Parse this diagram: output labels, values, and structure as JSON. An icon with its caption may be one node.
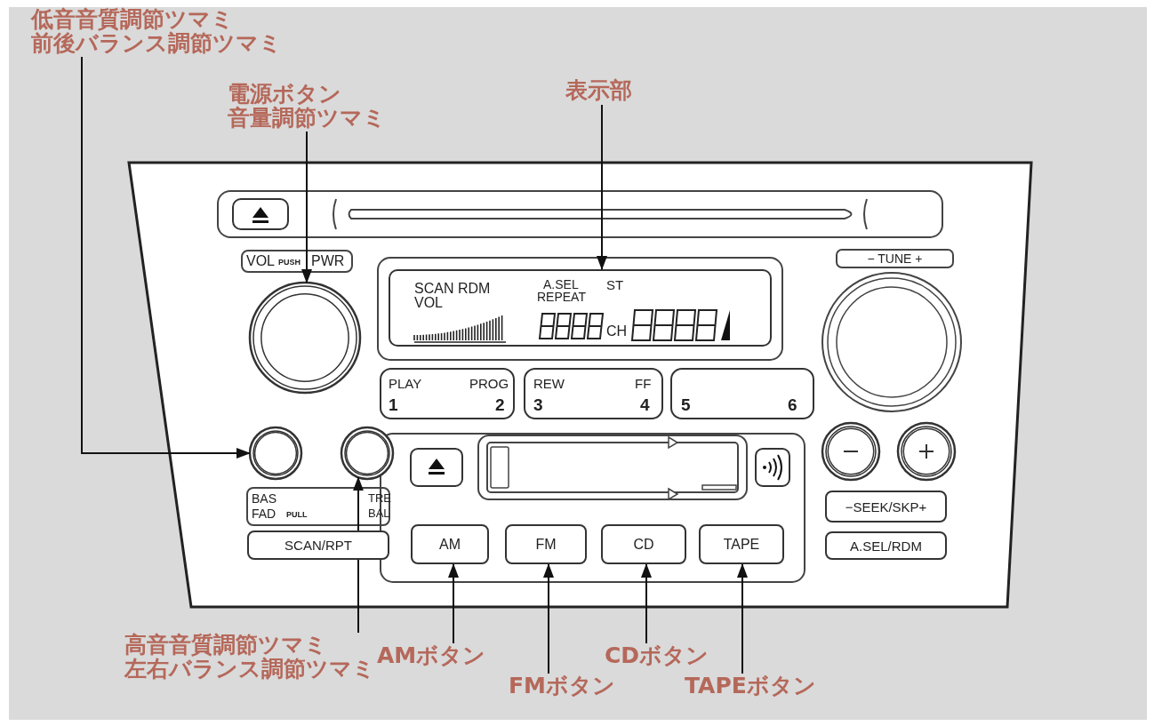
{
  "diagram": {
    "nodes": [
      {
        "text": [
          "低音音質調節ツマミ",
          "前後バランス調節ツマミ"
        ]
      },
      {
        "text": [
          "電源ボタン",
          "音量調節ツマミ"
        ]
      },
      {
        "text": [
          "表示部"
        ]
      },
      {
        "text": [
          "SCAN RDM",
          "A.SEL",
          "REPEAT",
          "ST",
          "VOL",
          "CH"
        ]
      },
      {
        "text": [],
        "shape": "circle"
      },
      {
        "text": [],
        "shape": "circle"
      },
      {
        "text": [],
        "shape": "circle"
      },
      {
        "text": [
          "AM"
        ]
      },
      {
        "text": [
          "FM"
        ]
      },
      {
        "text": [
          "CD"
        ]
      },
      {
        "text": [
          "TAPE"
        ]
      },
      {
        "text": [
          "高音音質調節ツマミ",
          "左右バランス調節ツマミ"
        ]
      },
      {
        "text": [
          "AMボタン"
        ]
      },
      {
        "text": [
          "CDボタン"
        ]
      },
      {
        "text": [
          "FMボタン"
        ]
      },
      {
        "text": [
          "TAPEボタン"
        ]
      },
      {
        "text": [],
        "shape": "circle"
      },
      {
        "text": [],
        "shape": "circle"
      }
    ],
    "edges": [
      {
        "from": 0,
        "to": 5,
        "arrow": "to"
      },
      {
        "from": 1,
        "to": 4,
        "arrow": "to"
      },
      {
        "from": 2,
        "to": 3,
        "arrow": "to"
      },
      {
        "from": 11,
        "to": 6,
        "arrow": "to"
      },
      {
        "from": 12,
        "to": 7,
        "arrow": "to"
      },
      {
        "from": 14,
        "to": 8,
        "arrow": "to"
      },
      {
        "from": 13,
        "to": 9,
        "arrow": "to"
      },
      {
        "from": 15,
        "to": 10,
        "arrow": "to"
      }
    ],
    "labels": [
      "VOL",
      "PUSH",
      "PWR",
      "− TUNE +",
      "PLAY",
      "PROG",
      "1",
      "2",
      "REW",
      "FF",
      "3",
      "4",
      "5",
      "6",
      "BAS",
      "TRE",
      "FAD",
      "PULL",
      "BAL",
      "SCAN/RPT",
      "−SEEK/SKP+",
      "A.SEL/RDM"
    ]
  }
}
